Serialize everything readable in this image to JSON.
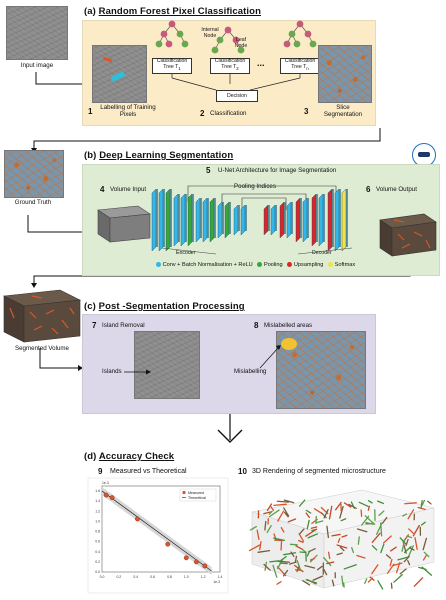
{
  "sections": {
    "a": {
      "letter": "(a)",
      "title": "Random Forest Pixel Classification"
    },
    "b": {
      "letter": "(b)",
      "title": "Deep Learning Segmentation"
    },
    "c": {
      "letter": "(c)",
      "title": "Post -Segmentation Processing"
    },
    "d": {
      "letter": "(d)",
      "title": "Accuracy Check"
    }
  },
  "side_labels": {
    "input_image": "Input image",
    "ground_truth": "Ground Truth",
    "segmented_volume": "Segmented Volume"
  },
  "section_a": {
    "internal_node": "Internal Node",
    "leaf_node": "Leaf Node",
    "tree1": "Classification Tree T",
    "tree1_sub": "1",
    "tree2": "Classification Tree T",
    "tree2_sub": "2",
    "treeN": "Classification Tree T",
    "treeN_sub": "n",
    "dots": "...",
    "decision": "Decision",
    "step1_num": "1",
    "step1_label": "Labelling of Training Pixels",
    "step2_num": "2",
    "step2_label": "Classification",
    "step3_num": "3",
    "step3_label": "Slice Segmentation"
  },
  "section_b": {
    "step4_num": "4",
    "step4_label": "Volume Input",
    "step5_num": "5",
    "step5_label": "U-Net Architecture for Image Segmentation",
    "pooling_indices": "Pooling Indices",
    "encoder": "Encoder",
    "decoder": "Decoder",
    "step6_num": "6",
    "step6_label": "Volume Output",
    "legend": [
      {
        "label": "Conv + Batch Normalisation + ReLU",
        "color": "#33b7e8"
      },
      {
        "label": "Pooling",
        "color": "#36a83a"
      },
      {
        "label": "Upsampling",
        "color": "#d8262a"
      },
      {
        "label": "Softmax",
        "color": "#f1e34b"
      }
    ]
  },
  "section_c": {
    "step7_num": "7",
    "step7_label": "Island Removal",
    "islands": "Islands",
    "step8_num": "8",
    "step8_label": "Mislabelled areas",
    "mislabelling": "Mislabelling"
  },
  "section_d": {
    "step9_num": "9",
    "step9_label": "Measured vs Theoretical",
    "step10_num": "10",
    "step10_label": "3D Rendering of segmented microstructure",
    "legend_measured": "Measured",
    "legend_theoretical": "Theoretical",
    "corner_label": "1e-3",
    "xaxis_label": "1e-3"
  },
  "colors": {
    "panel_a": "#fbecc7",
    "panel_b": "#ddecd2",
    "panel_c": "#dcd8ea",
    "accent_orange": "#d9552b"
  },
  "chart_data": {
    "type": "scatter",
    "title": "Measured vs Theoretical",
    "series": [
      {
        "name": "Measured",
        "x": [
          0.05,
          0.12,
          0.42,
          0.78,
          1.0,
          1.12,
          1.22
        ],
        "y": [
          1.52,
          1.47,
          1.05,
          0.55,
          0.28,
          0.2,
          0.12
        ]
      },
      {
        "name": "Theoretical",
        "x": [
          0.0,
          1.3
        ],
        "y": [
          1.6,
          0.02
        ]
      }
    ],
    "xticks": [
      "0.0",
      "0.2",
      "0.4",
      "0.6",
      "0.8",
      "1.0",
      "1.2",
      "1.4"
    ],
    "yticks": [
      "0.0",
      "0.2",
      "0.4",
      "0.6",
      "0.8",
      "1.0",
      "1.2",
      "1.4",
      "1.6"
    ],
    "xlim": [
      0,
      1.4
    ],
    "ylim": [
      0,
      1.7
    ]
  }
}
